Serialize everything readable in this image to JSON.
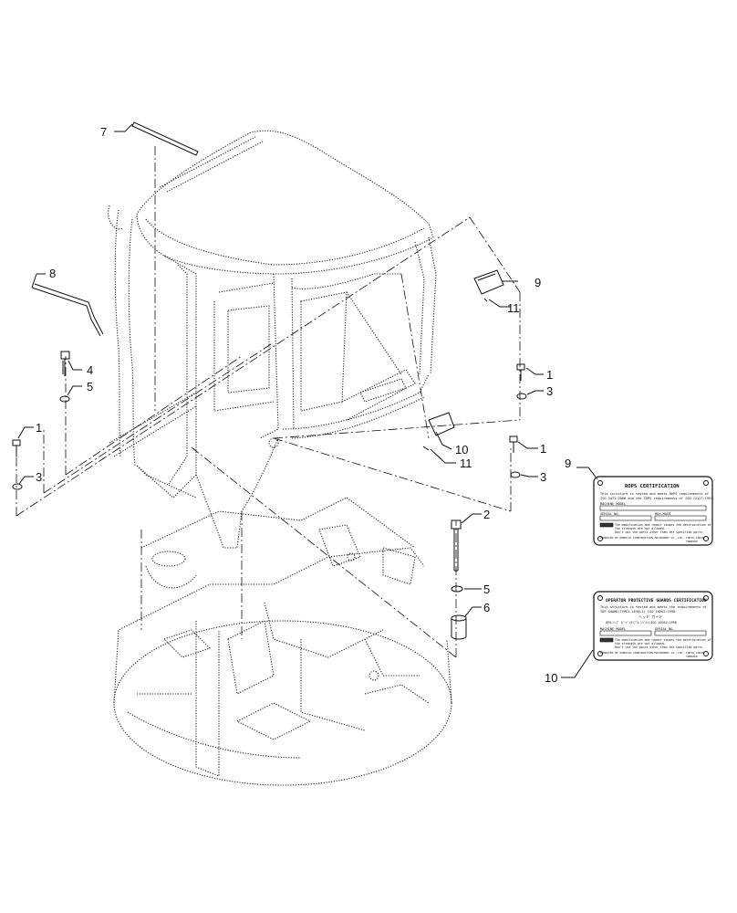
{
  "callouts": {
    "c7": "7",
    "c8": "8",
    "c9": "9",
    "c11a": "11",
    "c4": "4",
    "c5a": "5",
    "c1a": "1",
    "c3a": "3",
    "c1b": "1",
    "c3b": "3",
    "c10": "10",
    "c11b": "11",
    "c1c": "1",
    "c3c": "3",
    "c2": "2",
    "c5b": "5",
    "c6": "6",
    "c9plate": "9",
    "c10plate": "10"
  },
  "rops_plate": {
    "title": "ROPS CERTIFICATION",
    "line1": "This structure is tested and meets ROPS requirements of",
    "line2": "ISO 3471:2008 and the TOPS requirements of ISO 12117:1997.",
    "field1": "MACHINE MODEL",
    "field2": "SERIAL NO.",
    "field3": "MAX.MASS",
    "warn1": "The modification and repair causes the deterioration of",
    "warn2": "the strength are not allowed.",
    "warn3": "Don't use the parts other than the specified parts.",
    "maker": "PRODUCED BY KOBELCO CONSTRUCTION MACHINERY CO.,LTD. TOKYO,JAPAN.",
    "part": "YN00000"
  },
  "opg_plate": {
    "title": "OPERATOR PROTECTIVE GUARDS CERTIFICATION",
    "line1": "This structure is tested and meets the requirements of",
    "line2": "TOP GUARD(TYPE1-LEVEL1) ISO 10262:1998.",
    "handwritten": "ヘッド ガード",
    "handwritten2": "OPG-ﾄｯﾌﾟ ｶﾞｰﾄﾞ(ﾀｲﾌﾟ1-ﾚﾍﾞﾙ1)ISO 10262:1998",
    "field1": "MACHINE MODEL",
    "field2": "SERIAL NO.",
    "warn1": "The modification and repair causes the deterioration of",
    "warn2": "the strength are not allowed.",
    "warn3": "Don't use the parts other than the specified parts.",
    "maker": "PRODUCED BY KOBELCO CONSTRUCTION MACHINERY CO.,LTD. TOKYO,JAPAN.",
    "part": "YN00000"
  }
}
